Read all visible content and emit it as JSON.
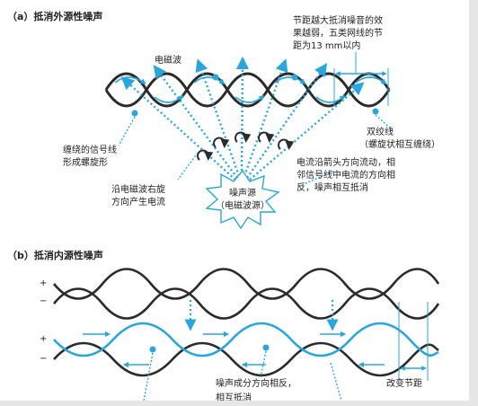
{
  "section_a": {
    "title": "（a）抵消外源性噪声",
    "label_em_wave": "电磁波",
    "label_pitch_line1": "节距越大抵消噪音的效",
    "label_pitch_line2": "果越弱，五类网线的节",
    "label_pitch_line3": "距为13 mm以内",
    "label_helix_line1": "缠绕的信号线",
    "label_helix_line2": "形成螺旋形",
    "label_twisted_line1": "双绞线",
    "label_twisted_line2": "（螺旋状相互缠绕）",
    "label_induced_line1": "沿电磁波右旋",
    "label_induced_line2": "方向产生电流",
    "noise_source_line1": "噪声源",
    "noise_source_line2": "（电磁波源）",
    "label_cancel_line1": "电流沿箭头方向流动，相",
    "label_cancel_line2": "邻信号线中电流的方向相",
    "label_cancel_line3": "反，噪声相互抵消"
  },
  "section_b": {
    "title": "（b）抵消内源性噪声",
    "sign_plus": "+",
    "sign_minus": "−",
    "label_change_pitch": "改变节距",
    "label_noise_line1": "噪声成分方向相反，",
    "label_noise_line2": "相互抵消"
  },
  "colors": {
    "accent": "#2aa6dc",
    "wire_dark": "#2b2b2b",
    "text": "#222222"
  }
}
